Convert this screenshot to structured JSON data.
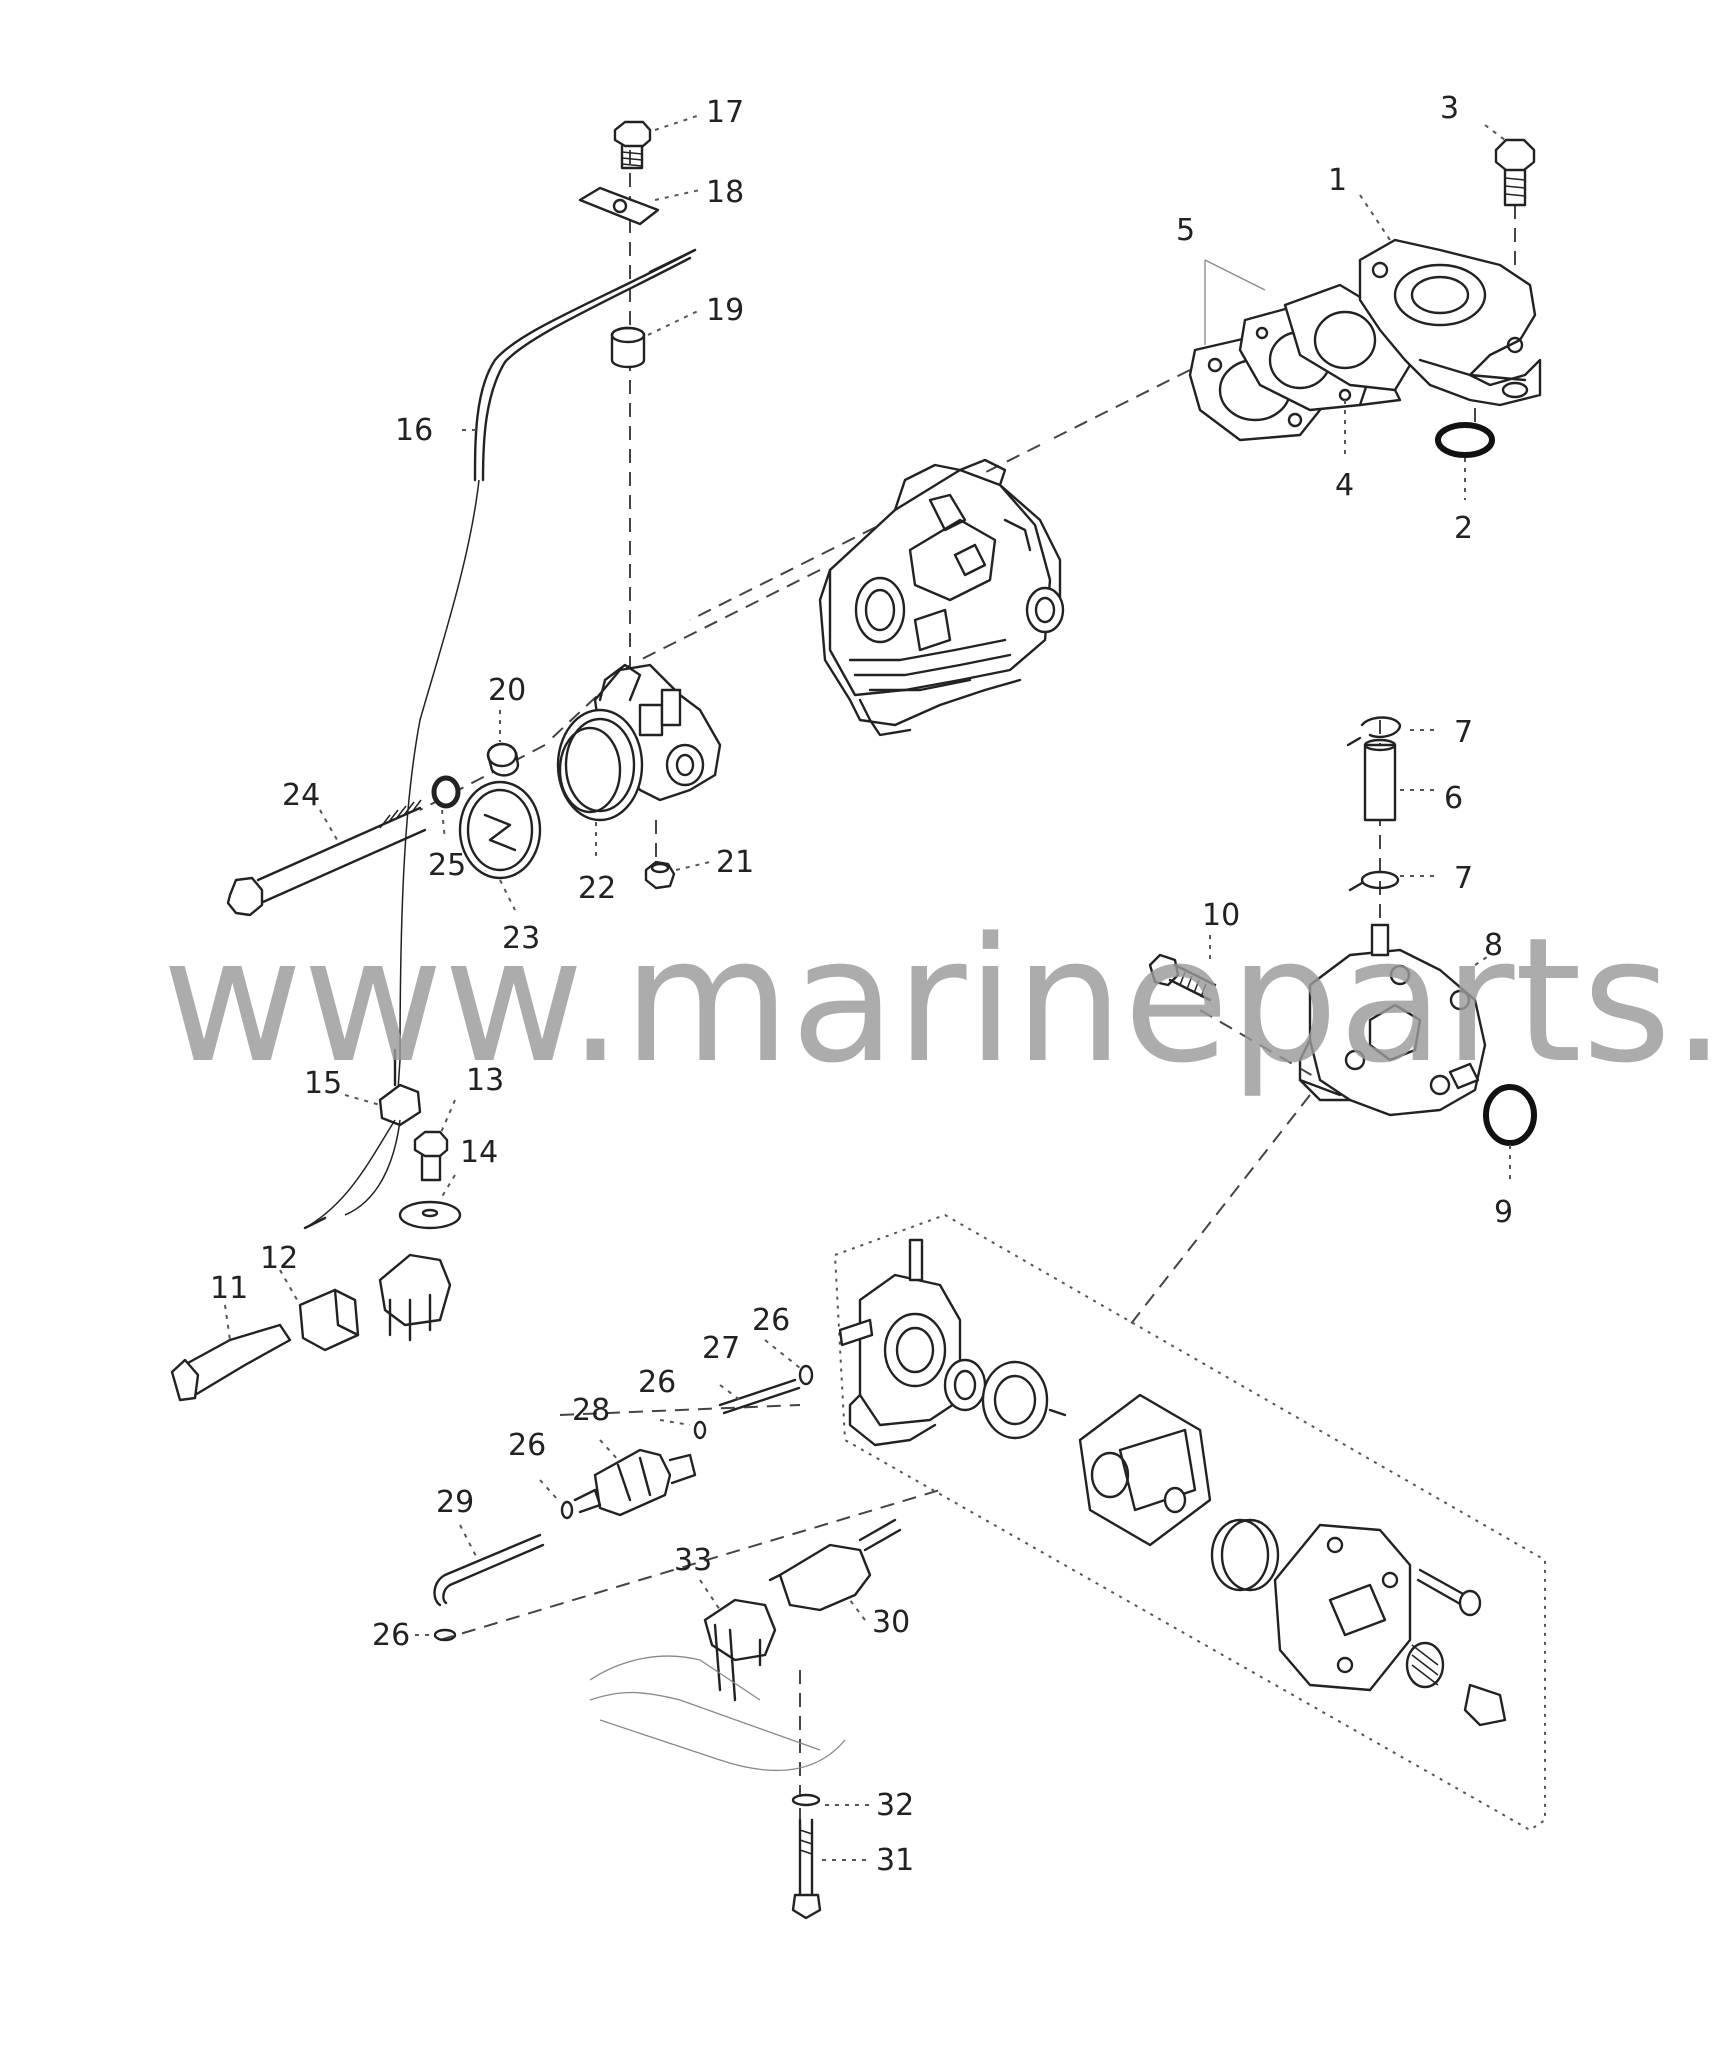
{
  "watermark": "www.marineparts.eu",
  "callouts": {
    "c1": "1",
    "c2": "2",
    "c3": "3",
    "c4": "4",
    "c5": "5",
    "c6": "6",
    "c7a": "7",
    "c7b": "7",
    "c8": "8",
    "c9": "9",
    "c10": "10",
    "c11": "11",
    "c12": "12",
    "c13": "13",
    "c14": "14",
    "c15": "15",
    "c16": "16",
    "c17": "17",
    "c18": "18",
    "c19": "19",
    "c20": "20",
    "c21": "21",
    "c22": "22",
    "c23": "23",
    "c24": "24",
    "c25": "25",
    "c26a": "26",
    "c26b": "26",
    "c26c": "26",
    "c26d": "26",
    "c27": "27",
    "c28": "28",
    "c29": "29",
    "c30": "30",
    "c31": "31",
    "c32": "32",
    "c33": "33"
  }
}
